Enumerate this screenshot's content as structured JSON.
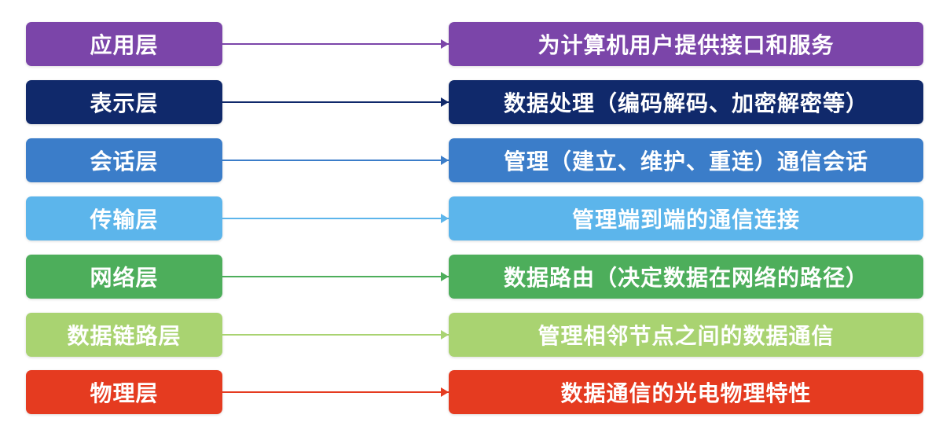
{
  "layers": [
    {
      "name": "应用层",
      "description": "为计算机用户提供接口和服务",
      "color": "#7B45A9"
    },
    {
      "name": "表示层",
      "description": "数据处理（编码解码、加密解密等）",
      "color": "#10296B"
    },
    {
      "name": "会话层",
      "description": "管理（建立、维护、重连）通信会话",
      "color": "#3B7DC9"
    },
    {
      "name": "传输层",
      "description": "管理端到端的通信连接",
      "color": "#5CB5EB"
    },
    {
      "name": "网络层",
      "description": "数据路由（决定数据在网络的路径）",
      "color": "#4DAE5B"
    },
    {
      "name": "数据链路层",
      "description": "管理相邻节点之间的数据通信",
      "color": "#A9D371"
    },
    {
      "name": "物理层",
      "description": "数据通信的光电物理特性",
      "color": "#E53B20"
    }
  ]
}
